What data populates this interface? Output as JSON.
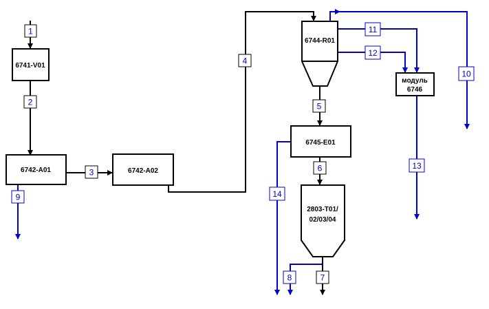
{
  "units": {
    "v01": "6741-V01",
    "a01": "6742-A01",
    "a02": "6742-A02",
    "r01": "6744-R01",
    "e01": "6745-E01",
    "t01": [
      "2803-T01/",
      "02/03/04"
    ],
    "mod": [
      "модуль",
      "6746"
    ]
  },
  "streams": {
    "s1": "1",
    "s2": "2",
    "s3": "3",
    "s4": "4",
    "s5": "5",
    "s6": "6",
    "s7": "7",
    "s8": "8",
    "s9": "9",
    "s10": "10",
    "s11": "11",
    "s12": "12",
    "s13": "13",
    "s14": "14"
  },
  "colors": {
    "process": "#000000",
    "utility": "#0000cc"
  }
}
